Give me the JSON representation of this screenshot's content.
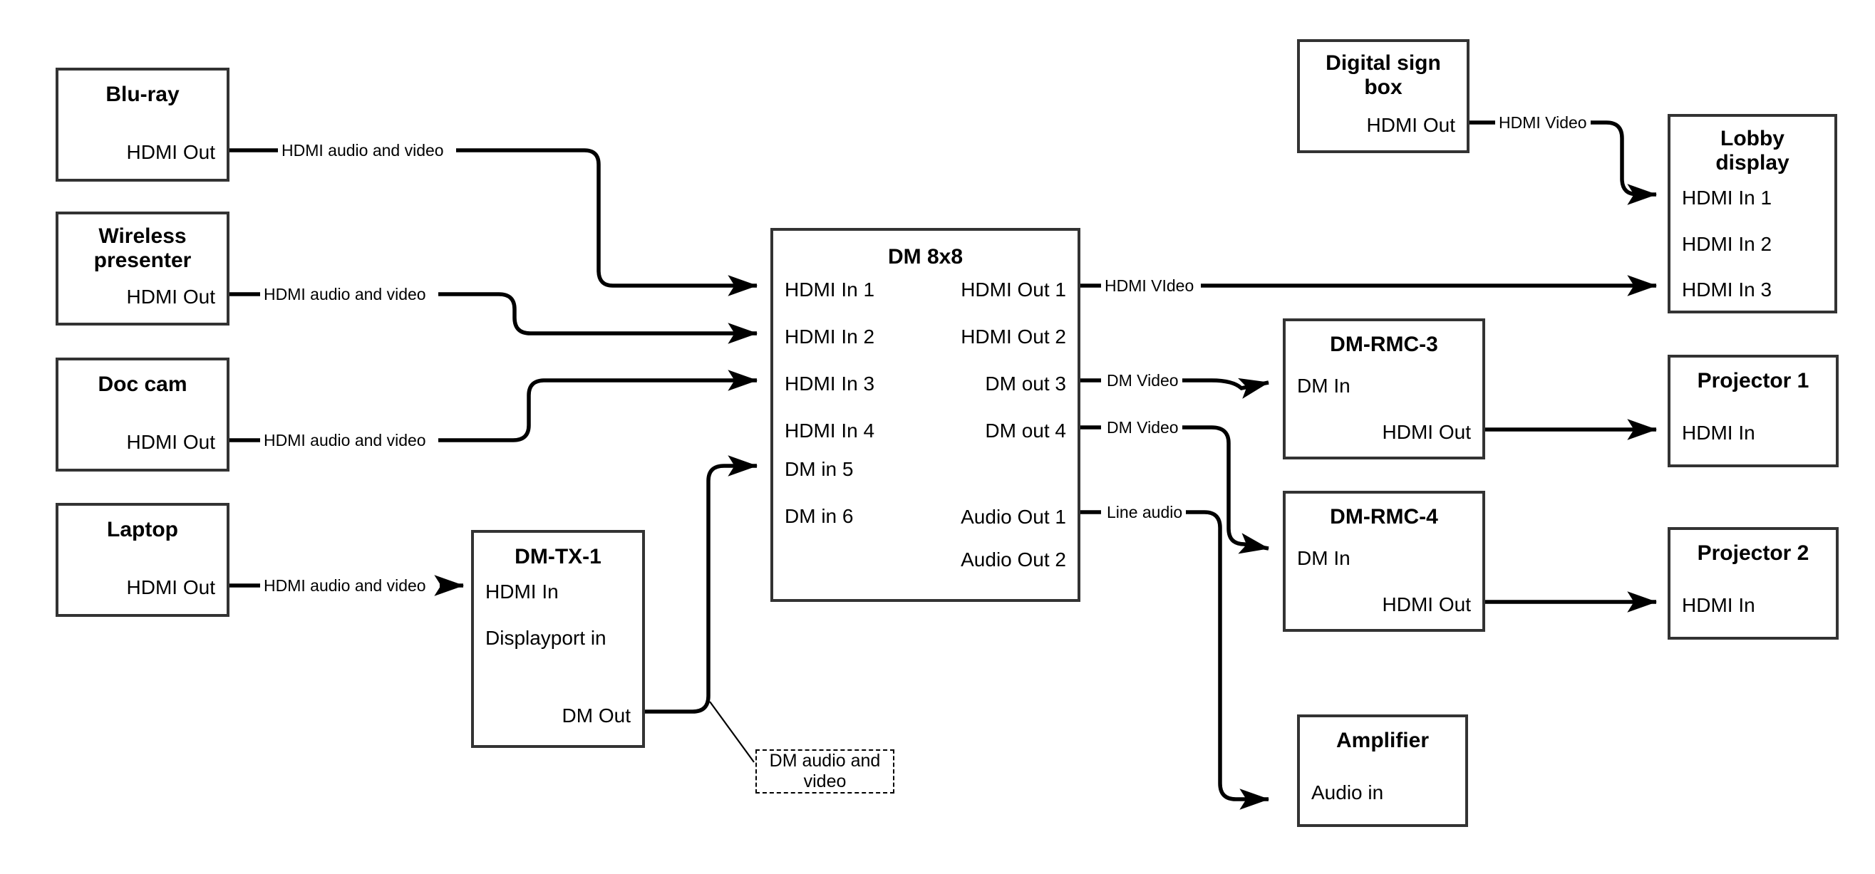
{
  "diagram": {
    "title": "AV signal flow diagram",
    "colors": {
      "box_border": "#333333",
      "wire": "#000000",
      "background": "#ffffff",
      "callout_border": "#000000"
    }
  },
  "nodes": {
    "bluray": {
      "title": "Blu-ray",
      "ports": [
        {
          "label": "HDMI Out",
          "side": "right"
        }
      ]
    },
    "wireless": {
      "title": "Wireless\npresenter",
      "ports": [
        {
          "label": "HDMI Out",
          "side": "right"
        }
      ]
    },
    "doccam": {
      "title": "Doc cam",
      "ports": [
        {
          "label": "HDMI Out",
          "side": "right"
        }
      ]
    },
    "laptop": {
      "title": "Laptop",
      "ports": [
        {
          "label": "HDMI Out",
          "side": "right"
        }
      ]
    },
    "dmtx1": {
      "title": "DM-TX-1",
      "ports": [
        {
          "label": "HDMI In",
          "side": "left"
        },
        {
          "label": "Displayport in",
          "side": "left"
        },
        {
          "label": "DM Out",
          "side": "right"
        }
      ]
    },
    "dm8x8": {
      "title": "DM 8x8",
      "inputs": [
        "HDMI In 1",
        "HDMI In 2",
        "HDMI In 3",
        "HDMI In 4",
        "DM in 5",
        "DM in 6"
      ],
      "outputs": [
        "HDMI Out 1",
        "HDMI Out 2",
        "DM out 3",
        "DM out 4",
        "Audio Out 1",
        "Audio Out 2"
      ]
    },
    "digitalsign": {
      "title": "Digital sign\nbox",
      "ports": [
        {
          "label": "HDMI Out",
          "side": "right"
        }
      ]
    },
    "lobby": {
      "title": "Lobby\ndisplay",
      "ports": [
        {
          "label": "HDMI In 1",
          "side": "left"
        },
        {
          "label": "HDMI In 2",
          "side": "left"
        },
        {
          "label": "HDMI In 3",
          "side": "left"
        }
      ]
    },
    "dmrmc3": {
      "title": "DM-RMC-3",
      "ports": [
        {
          "label": "DM In",
          "side": "left"
        },
        {
          "label": "HDMI Out",
          "side": "right"
        }
      ]
    },
    "dmrmc4": {
      "title": "DM-RMC-4",
      "ports": [
        {
          "label": "DM In",
          "side": "left"
        },
        {
          "label": "HDMI Out",
          "side": "right"
        }
      ]
    },
    "projector1": {
      "title": "Projector 1",
      "ports": [
        {
          "label": "HDMI In",
          "side": "left"
        }
      ]
    },
    "projector2": {
      "title": "Projector 2",
      "ports": [
        {
          "label": "HDMI In",
          "side": "left"
        }
      ]
    },
    "amplifier": {
      "title": "Amplifier",
      "ports": [
        {
          "label": "Audio in",
          "side": "left"
        }
      ]
    }
  },
  "node_labels": {
    "bluray_title": "Blu-ray",
    "bluray_port": "HDMI Out",
    "wireless_title_1": "Wireless",
    "wireless_title_2": "presenter",
    "wireless_port": "HDMI Out",
    "doccam_title": "Doc cam",
    "doccam_port": "HDMI Out",
    "laptop_title": "Laptop",
    "laptop_port": "HDMI Out",
    "dmtx1_title": "DM-TX-1",
    "dmtx1_port_hdmi_in": "HDMI In",
    "dmtx1_port_dp_in": "Displayport in",
    "dmtx1_port_dm_out": "DM Out",
    "dm8x8_title": "DM 8x8",
    "dm8x8_in1": "HDMI In 1",
    "dm8x8_in2": "HDMI In 2",
    "dm8x8_in3": "HDMI In 3",
    "dm8x8_in4": "HDMI In 4",
    "dm8x8_in5": "DM in 5",
    "dm8x8_in6": "DM in 6",
    "dm8x8_out1": "HDMI Out 1",
    "dm8x8_out2": "HDMI Out 2",
    "dm8x8_out3": "DM out 3",
    "dm8x8_out4": "DM out 4",
    "dm8x8_audio1": "Audio Out 1",
    "dm8x8_audio2": "Audio Out 2",
    "digitalsign_title_1": "Digital sign",
    "digitalsign_title_2": "box",
    "digitalsign_port": "HDMI Out",
    "lobby_title_1": "Lobby",
    "lobby_title_2": "display",
    "lobby_in1": "HDMI In 1",
    "lobby_in2": "HDMI In 2",
    "lobby_in3": "HDMI In 3",
    "dmrmc3_title": "DM-RMC-3",
    "dmrmc3_in": "DM In",
    "dmrmc3_out": "HDMI Out",
    "dmrmc4_title": "DM-RMC-4",
    "dmrmc4_in": "DM In",
    "dmrmc4_out": "HDMI Out",
    "projector1_title": "Projector 1",
    "projector1_port": "HDMI In",
    "projector2_title": "Projector 2",
    "projector2_port": "HDMI In",
    "amplifier_title": "Amplifier",
    "amplifier_port": "Audio in"
  },
  "connections": [
    {
      "id": "bluray-to-in1",
      "from": "Blu-ray HDMI Out",
      "to": "DM 8x8 HDMI In 1",
      "label": "HDMI audio and video"
    },
    {
      "id": "wireless-to-in2",
      "from": "Wireless presenter HDMI Out",
      "to": "DM 8x8 HDMI In 2",
      "label": "HDMI audio and video"
    },
    {
      "id": "doccam-to-in3",
      "from": "Doc cam HDMI Out",
      "to": "DM 8x8 HDMI In 3",
      "label": "HDMI audio and video"
    },
    {
      "id": "laptop-to-dmtx1",
      "from": "Laptop HDMI Out",
      "to": "DM-TX-1 HDMI In",
      "label": "HDMI audio and video"
    },
    {
      "id": "dmtx1-to-in5",
      "from": "DM-TX-1 DM Out",
      "to": "DM 8x8 DM in 5",
      "label": "DM audio and video"
    },
    {
      "id": "out1-to-lobby3",
      "from": "DM 8x8 HDMI Out 1",
      "to": "Lobby display HDMI In 3",
      "label": "HDMI VIdeo"
    },
    {
      "id": "out3-to-rmc3",
      "from": "DM 8x8 DM out 3",
      "to": "DM-RMC-3 DM In",
      "label": "DM Video"
    },
    {
      "id": "out4-to-rmc4",
      "from": "DM 8x8 DM out 4",
      "to": "DM-RMC-4 DM In",
      "label": "DM Video"
    },
    {
      "id": "audio1-to-amp",
      "from": "DM 8x8 Audio Out 1",
      "to": "Amplifier Audio in",
      "label": "Line audio"
    },
    {
      "id": "sign-to-lobby1",
      "from": "Digital sign box HDMI Out",
      "to": "Lobby display HDMI In 1",
      "label": "HDMI Video"
    },
    {
      "id": "rmc3-to-proj1",
      "from": "DM-RMC-3 HDMI Out",
      "to": "Projector 1 HDMI In",
      "label": ""
    },
    {
      "id": "rmc4-to-proj2",
      "from": "DM-RMC-4 HDMI Out",
      "to": "Projector 2 HDMI In",
      "label": ""
    }
  ],
  "wire_labels": {
    "bluray": "HDMI audio and video",
    "wireless": "HDMI audio and video",
    "doccam": "HDMI audio and video",
    "laptop": "HDMI audio and video",
    "hdmi_video_out1": "HDMI VIdeo",
    "dm_video_3": "DM Video",
    "dm_video_4": "DM Video",
    "line_audio": "Line audio",
    "sign_hdmi_video": "HDMI Video"
  },
  "callout": {
    "text": "DM audio and video"
  }
}
